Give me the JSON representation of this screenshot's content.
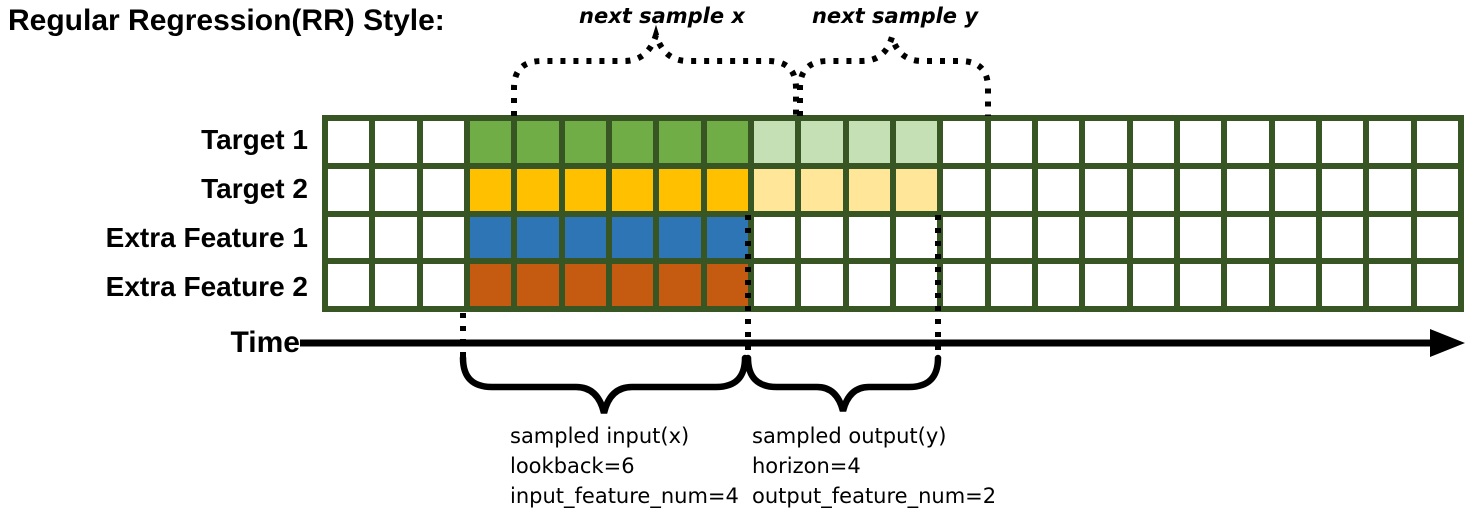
{
  "title": "Regular Regression(RR) Style:",
  "annotations": {
    "next_sample_x": "next sample x",
    "next_sample_y": "next sample y",
    "time_label": "Time"
  },
  "grid": {
    "columns": 24,
    "border_color": "#375623",
    "cell_color": "#FFFFFF",
    "rows": [
      {
        "label": "Target 1",
        "input_color": "#70AD47",
        "output_color": "#C5E0B4",
        "input_range": [
          3,
          9
        ],
        "output_range": [
          9,
          13
        ]
      },
      {
        "label": "Target 2",
        "input_color": "#FFC000",
        "output_color": "#FFE699",
        "input_range": [
          3,
          9
        ],
        "output_range": [
          9,
          13
        ]
      },
      {
        "label": "Extra Feature 1",
        "input_color": "#2E75B6",
        "output_color": null,
        "input_range": [
          3,
          9
        ],
        "output_range": null
      },
      {
        "label": "Extra Feature 2",
        "input_color": "#C55A11",
        "output_color": null,
        "input_range": [
          3,
          9
        ],
        "output_range": null
      }
    ]
  },
  "sample_info": {
    "input": {
      "lines": [
        "sampled input(x)",
        "lookback=6",
        "input_feature_num=4"
      ]
    },
    "output": {
      "lines": [
        "sampled output(y)",
        "horizon=4",
        "output_feature_num=2"
      ]
    }
  }
}
